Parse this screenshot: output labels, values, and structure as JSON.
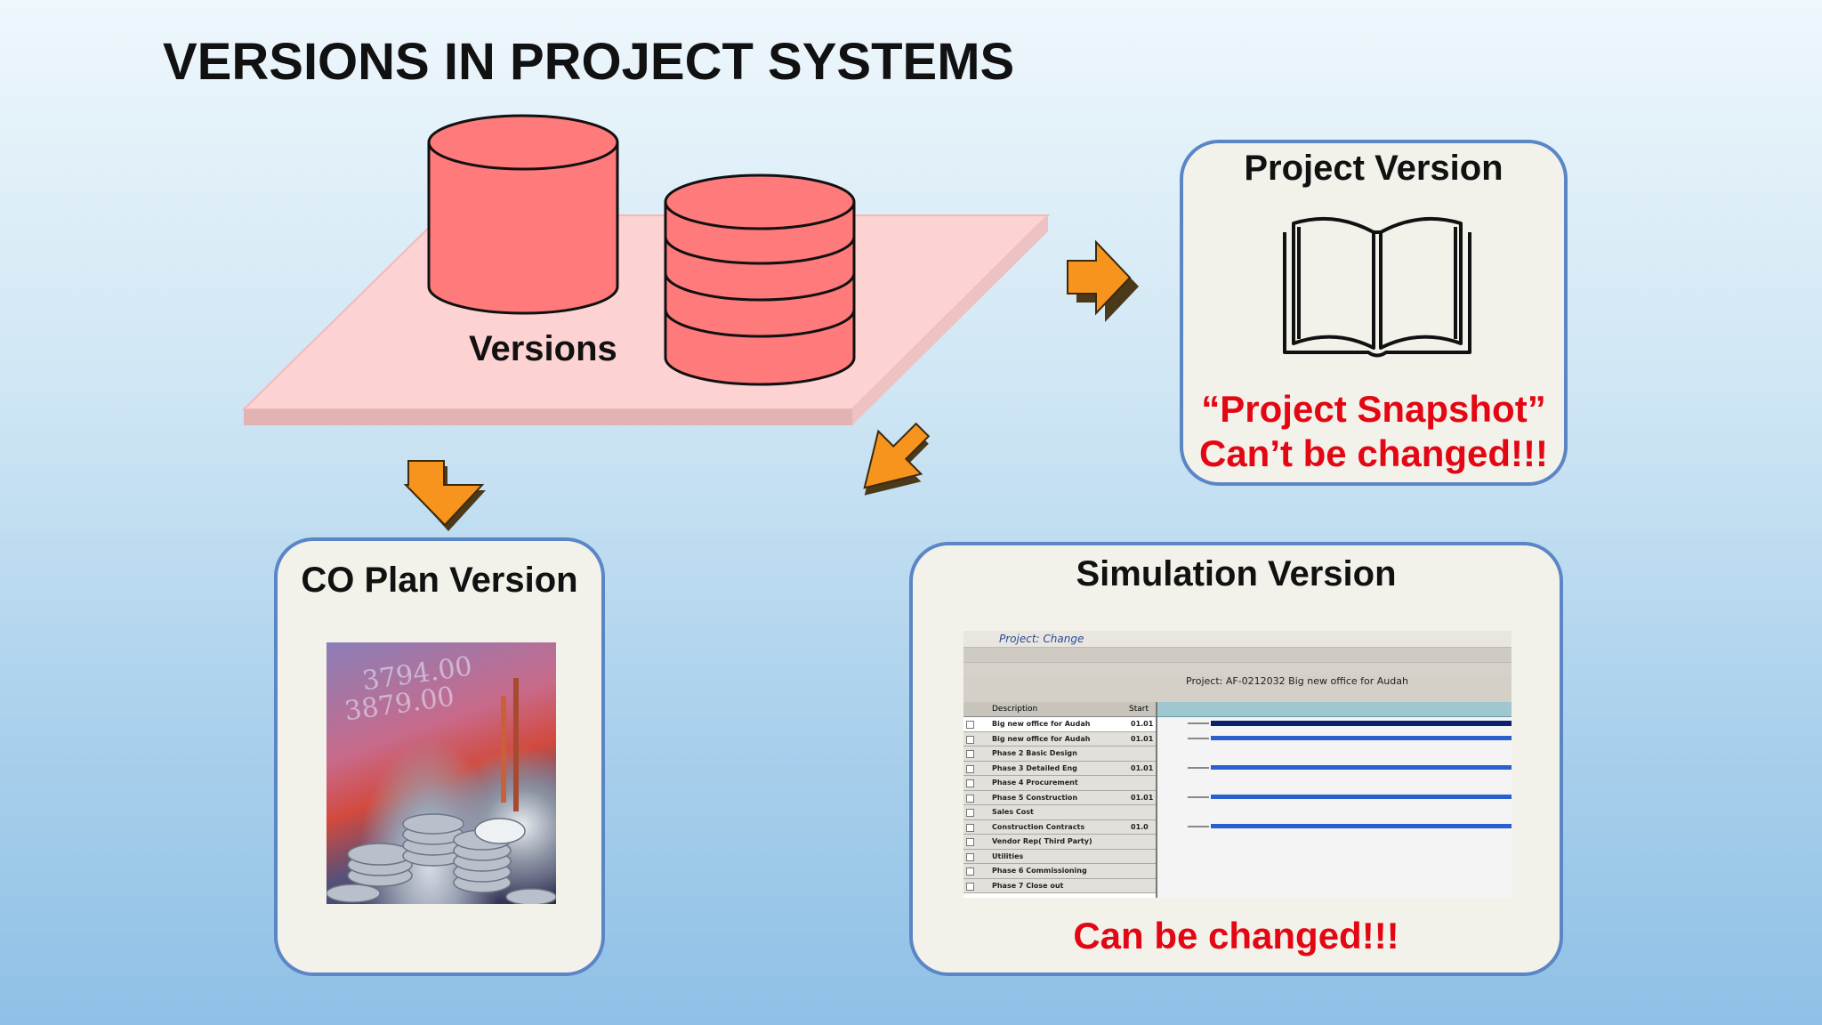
{
  "title": "VERSIONS IN PROJECT SYSTEMS",
  "versions_label": "Versions",
  "project_version": {
    "title": "Project Version",
    "icon": "open-book-icon",
    "note_line1": "“Project Snapshot”",
    "note_line2": "Can’t be changed!!!"
  },
  "co_plan_version": {
    "title": "CO Plan Version",
    "image": "financial-coins-photo"
  },
  "simulation_version": {
    "title": "Simulation Version",
    "note": "Can be changed!!!",
    "sap_screen": {
      "window_title": "Project: Change",
      "project_line": "Project: AF-0212032      Big new office for Audah",
      "col_description": "Description",
      "col_start": "Start",
      "rows": [
        {
          "desc": "Big new office for Audah",
          "start": "01.01"
        },
        {
          "desc": "Big new office for Audah",
          "start": "01.01"
        },
        {
          "desc": "Phase 2 Basic Design",
          "start": ""
        },
        {
          "desc": "Phase 3 Detailed Eng",
          "start": "01.01"
        },
        {
          "desc": "Phase 4 Procurement",
          "start": ""
        },
        {
          "desc": "Phase 5 Construction",
          "start": "01.01"
        },
        {
          "desc": "Sales Cost",
          "start": ""
        },
        {
          "desc": "Construction Contracts",
          "start": "01.0"
        },
        {
          "desc": "Vendor Rep( Third Party)",
          "start": ""
        },
        {
          "desc": "Utilities",
          "start": ""
        },
        {
          "desc": "Phase 6 Commissioning",
          "start": ""
        },
        {
          "desc": "Phase 7 Close out",
          "start": ""
        }
      ]
    }
  },
  "photo_numbers": [
    "3794.00",
    "3879.00"
  ],
  "colors": {
    "cylinder": "#ff7a7a",
    "platform": "#fcd2d2",
    "arrow": "#f7941d",
    "panel_border": "#5b86c6",
    "note_red": "#e30613"
  }
}
